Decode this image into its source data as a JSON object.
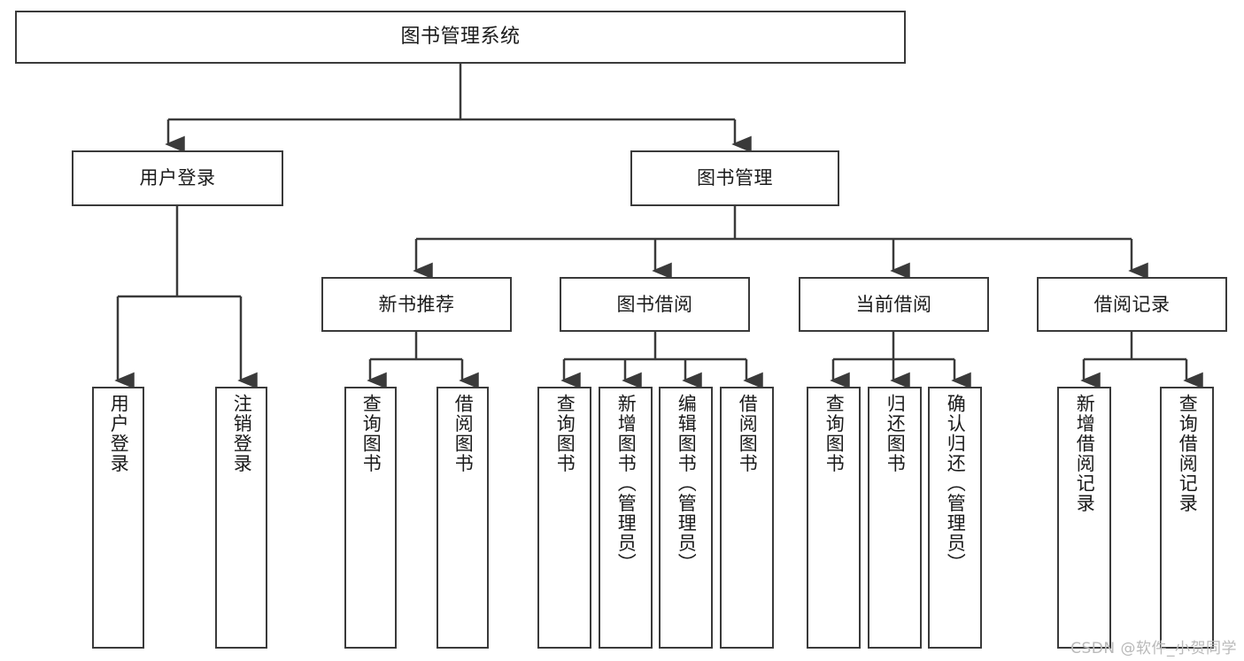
{
  "diagram": {
    "title": "图书管理系统",
    "type": "tree",
    "watermark": "CSDN @软件_小贺同学",
    "colors": {
      "box_border": "#3a3a3a",
      "box_fill": "#ffffff",
      "line": "#3a3a3a",
      "text": "#1a1a1a",
      "watermark": "#b9b9b9"
    },
    "root": {
      "label": "图书管理系统"
    },
    "level2": [
      {
        "label": "用户登录"
      },
      {
        "label": "图书管理"
      }
    ],
    "level3": [
      {
        "label": "新书推荐"
      },
      {
        "label": "图书借阅"
      },
      {
        "label": "当前借阅"
      },
      {
        "label": "借阅记录"
      }
    ],
    "leaves": {
      "user_login": [
        {
          "label": "用户登录"
        },
        {
          "label": "注销登录"
        }
      ],
      "new_book": [
        {
          "label": "查询图书"
        },
        {
          "label": "借阅图书"
        }
      ],
      "book_borrow": [
        {
          "label": "查询图书"
        },
        {
          "label": "新增图书（管理员）"
        },
        {
          "label": "编辑图书（管理员）"
        },
        {
          "label": "借阅图书"
        }
      ],
      "current_borrow": [
        {
          "label": "查询图书"
        },
        {
          "label": "归还图书"
        },
        {
          "label": "确认归还（管理员）"
        }
      ],
      "borrow_record": [
        {
          "label": "新增借阅记录"
        },
        {
          "label": "查询借阅记录"
        }
      ]
    }
  }
}
